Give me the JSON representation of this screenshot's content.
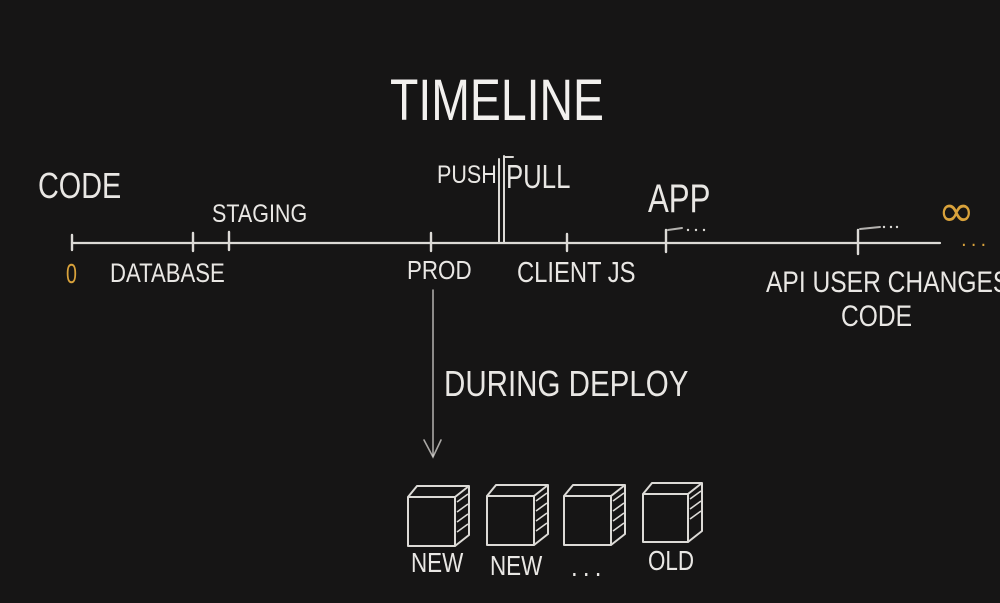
{
  "title": "TIMELINE",
  "timeline": {
    "start_label": "CODE",
    "start_marker": "0",
    "end_marker": "∞",
    "end_trail": "...",
    "events": [
      {
        "label": "DATABASE"
      },
      {
        "label": "STAGING"
      },
      {
        "label": "PROD"
      },
      {
        "label": "PUSH"
      },
      {
        "label": "PULL"
      },
      {
        "label": "CLIENT JS"
      },
      {
        "label": "APP"
      },
      {
        "label": "API USER CHANGES"
      },
      {
        "label": "CODE"
      }
    ]
  },
  "deploy": {
    "label": "DURING DEPLOY",
    "servers": [
      {
        "label": "NEW"
      },
      {
        "label": "NEW"
      },
      {
        "label": "..."
      },
      {
        "label": "OLD"
      }
    ]
  },
  "colors": {
    "background": "#161515",
    "chalk": "#e9e7e4",
    "accent": "#d9a23b"
  }
}
